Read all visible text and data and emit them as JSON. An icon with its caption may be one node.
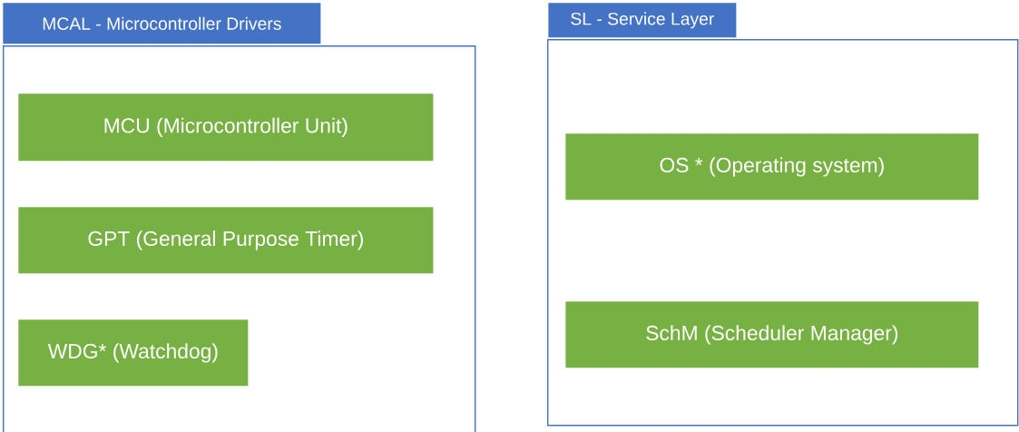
{
  "diagram": {
    "nodes": [
      {
        "text": [
          "MCAL - Microcontroller Drivers"
        ]
      },
      {
        "text": [
          "MCU (Microcontroller Unit)"
        ],
        "in": 0
      },
      {
        "text": [
          "GPT (General Purpose Timer)"
        ],
        "in": 0
      },
      {
        "text": [
          "WDG* (Watchdog)"
        ],
        "in": 0
      },
      {
        "text": [
          "SL - Service Layer"
        ]
      },
      {
        "text": [
          "OS * (Operating system)"
        ],
        "in": 4
      },
      {
        "text": [
          "SchM (Scheduler Manager)"
        ],
        "in": 4
      }
    ]
  }
}
